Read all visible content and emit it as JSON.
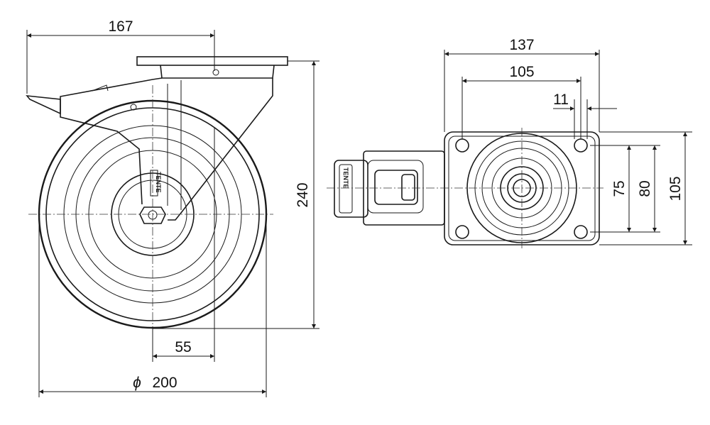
{
  "side_view": {
    "dims": {
      "overall_length": "167",
      "overall_height": "240",
      "wheel_width": "55",
      "wheel_diameter": "200",
      "diameter_symbol": "ϕ"
    },
    "brand_mark": "TENTE"
  },
  "top_view": {
    "dims": {
      "plate_length": "137",
      "hole_spacing_long": "105",
      "bolt_hole": "11",
      "hole_spacing_short": "75",
      "plate_width_inner": "80",
      "plate_width": "105"
    },
    "brand_mark": "TENTE"
  }
}
